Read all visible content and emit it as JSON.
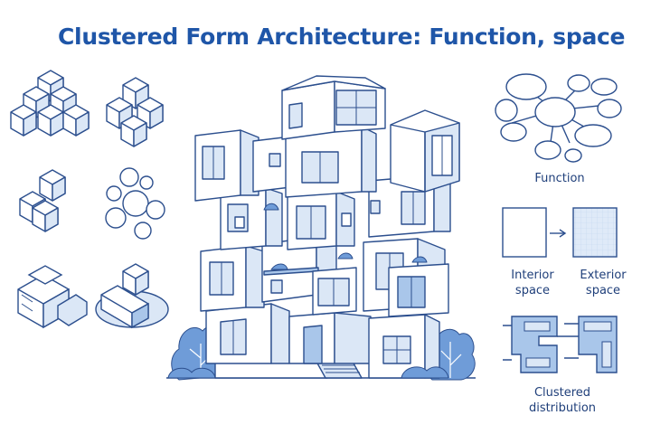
{
  "title": "Clustered Form Architecture: Function, space",
  "labels": {
    "function": "Function",
    "interior": "Interior\nspace",
    "exterior": "Exterior\nspace",
    "clustered": "Clustered\ndistribution"
  },
  "colors": {
    "stroke": "#2c4f8e",
    "accent": "#1f56a8",
    "light_fill": "#dbe7f6",
    "mid_fill": "#a9c6ea",
    "tree": "#6f9cd8"
  }
}
